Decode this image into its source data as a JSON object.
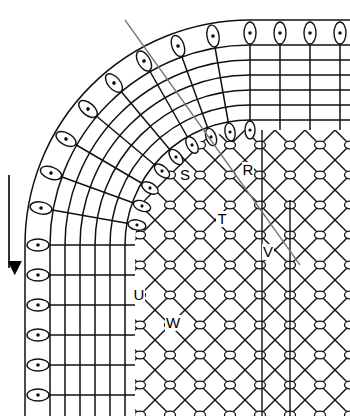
{
  "diagram": {
    "labels": [
      "S",
      "R",
      "T",
      "V",
      "U",
      "W"
    ]
  }
}
